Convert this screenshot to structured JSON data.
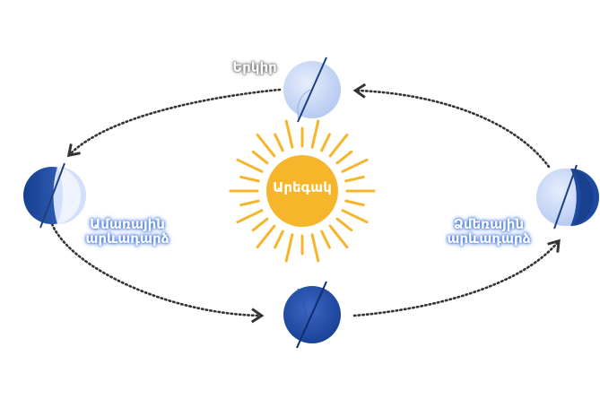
{
  "labels": {
    "earth": "Երկիր",
    "sun": "Արեգակ",
    "summer_solstice_line1": "Ամառային",
    "summer_solstice_line2": "արևադարձ",
    "winter_solstice_line1": "Ձմեռային",
    "winter_solstice_line2": "արևադարձ"
  },
  "colors": {
    "sun_fill": "#f7b52b",
    "sun_rays": "#f7b52b",
    "globe_light": "#c7d6f6",
    "globe_mid": "#6f93df",
    "globe_dark": "#1f4fa8",
    "orbit": "#333333"
  }
}
